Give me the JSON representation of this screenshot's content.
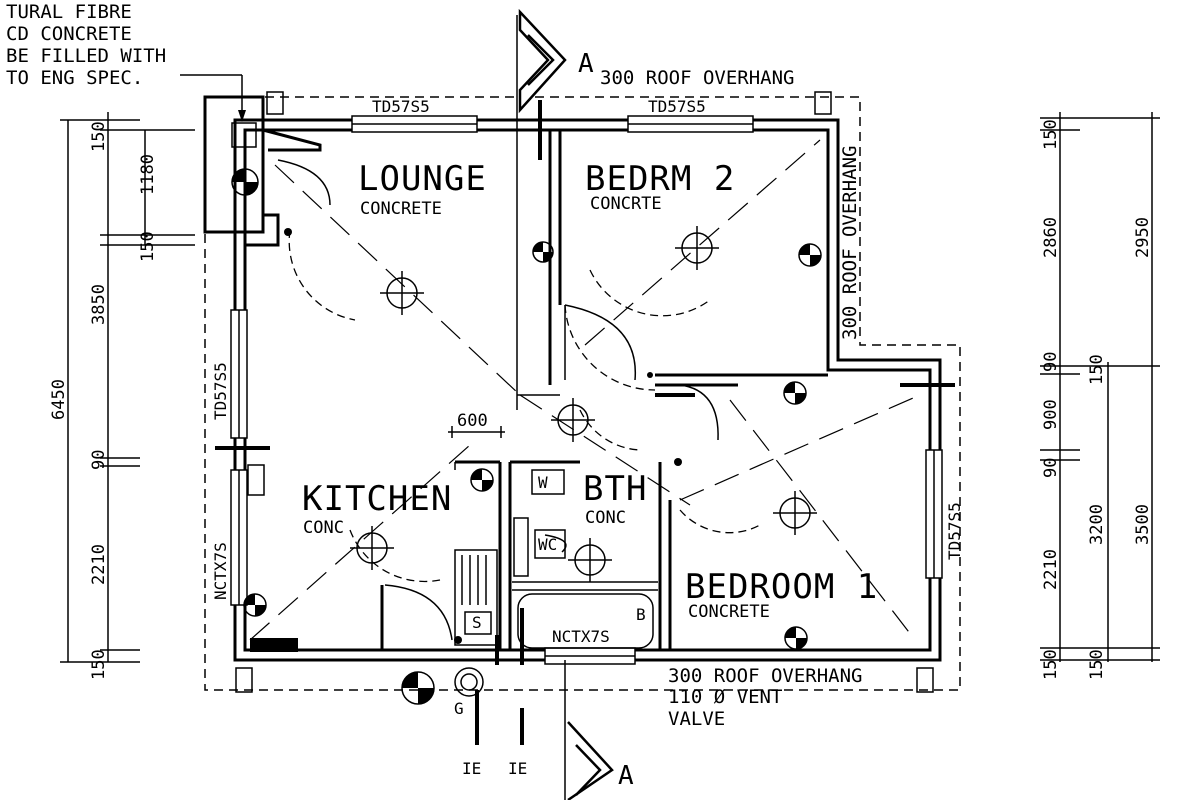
{
  "notes": {
    "spec_lines": [
      "TURAL FIBRE",
      "CD CONCRETE",
      "BE FILLED WITH",
      "TO ENG SPEC."
    ],
    "overhang_top": "300 ROOF OVERHANG",
    "overhang_side": "300 ROOF OVERHANG",
    "overhang_bottom": "300 ROOF OVERHANG",
    "vent_line1": "110 Ø VENT",
    "vent_line2": "VALVE"
  },
  "section_marks": {
    "top": "A",
    "bottom": "A"
  },
  "rooms": {
    "lounge": {
      "name": "LOUNGE",
      "finish": "CONCRETE"
    },
    "bedroom2": {
      "name": "BEDRM 2",
      "finish": "CONCRTE"
    },
    "kitchen": {
      "name": "KITCHEN",
      "finish": "CONC"
    },
    "bath": {
      "name": "BTH",
      "finish": "CONC"
    },
    "bedroom1": {
      "name": "BEDROOM 1",
      "finish": "CONCRETE"
    }
  },
  "windows": {
    "lounge_top": "TD57S5",
    "bed2_top": "TD57S5",
    "lounge_left": "TD57S5",
    "bed1_right": "TD57S5",
    "kitchen_left": "NCTX7S",
    "bath_bottom": "NCTX7S"
  },
  "fixtures": {
    "washer": "W",
    "toilet": "WC",
    "shower": "S",
    "bath": "B",
    "gas": "G",
    "ie1": "IE",
    "ie2": "IE"
  },
  "dimensions": {
    "left_outer": "6450",
    "left": [
      "150",
      "1180",
      "150",
      "3850",
      "90",
      "2210",
      "150"
    ],
    "bench": "600",
    "right_mid": [
      "150",
      "2860",
      "90",
      "900",
      "90",
      "2210",
      "150"
    ],
    "right_mid2": [
      "150",
      "3200",
      "150"
    ],
    "right_outer": [
      "2950",
      "3500"
    ]
  }
}
